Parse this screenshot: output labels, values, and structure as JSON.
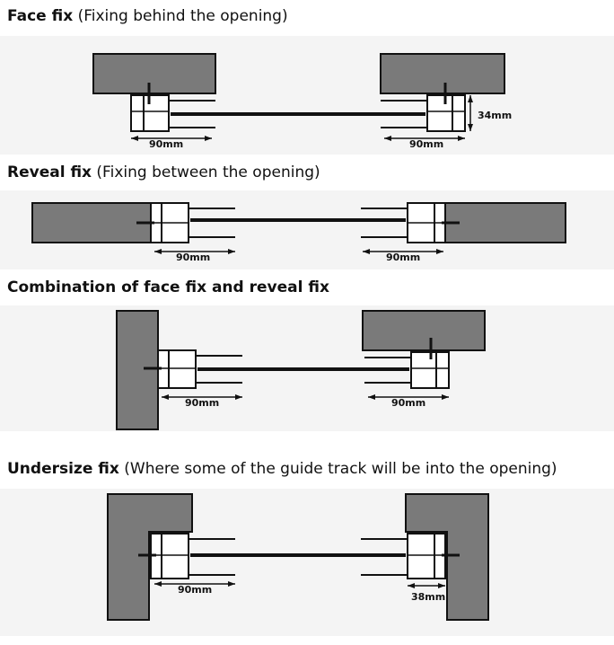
{
  "sections": [
    {
      "title": "Face fix",
      "subtitle": "(Fixing behind the opening)",
      "dims": [
        "90mm",
        "90mm",
        "34mm"
      ]
    },
    {
      "title": "Reveal fix",
      "subtitle": "(Fixing between the opening)",
      "dims": [
        "90mm",
        "90mm"
      ]
    },
    {
      "title": "Combination of face fix and reveal fix",
      "subtitle": "",
      "dims": [
        "90mm",
        "90mm"
      ]
    },
    {
      "title": "Undersize fix",
      "subtitle": "(Where some of the guide track will be into the opening)",
      "dims": [
        "90mm",
        "38mm"
      ]
    }
  ],
  "colors": {
    "wall": "#7a7a7a",
    "line": "#111111",
    "panel": "#f4f4f4"
  }
}
